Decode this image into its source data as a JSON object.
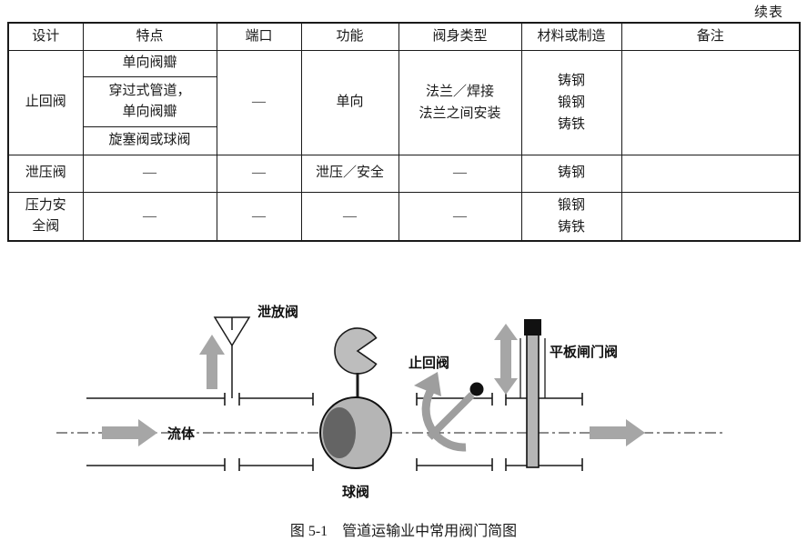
{
  "page": {
    "continued_note": "续表",
    "caption": "图 5-1　管道运输业中常用阀门简图"
  },
  "table": {
    "headers": [
      "设计",
      "特点",
      "端口",
      "功能",
      "阀身类型",
      "材料或制造",
      "备注"
    ],
    "rows": [
      {
        "design": "止回阀",
        "feature_1": "单向阀瓣",
        "feature_2_line1": "穿过式管道，",
        "feature_2_line2": "单向阀瓣",
        "feature_3": "旋塞阀或球阀",
        "port": "—",
        "function": "单向",
        "body_line1": "法兰／焊接",
        "body_line2": "法兰之间安装",
        "material_1": "铸钢",
        "material_2": "锻钢",
        "material_3": "铸铁",
        "remark": ""
      },
      {
        "design": "泄压阀",
        "feature": "—",
        "port": "—",
        "function": "泄压／安全",
        "body": "—",
        "material": "铸钢",
        "remark": ""
      },
      {
        "design_line1": "压力安",
        "design_line2": "全阀",
        "feature": "—",
        "port": "—",
        "function": "—",
        "body": "—",
        "material_1": "锻钢",
        "material_2": "铸铁",
        "remark": ""
      }
    ]
  },
  "diagram": {
    "labels": {
      "vent_valve": "泄放阀",
      "fluid": "流体",
      "ball_valve": "球阀",
      "check_valve": "止回阀",
      "gate_valve": "平板闸门阀"
    }
  }
}
